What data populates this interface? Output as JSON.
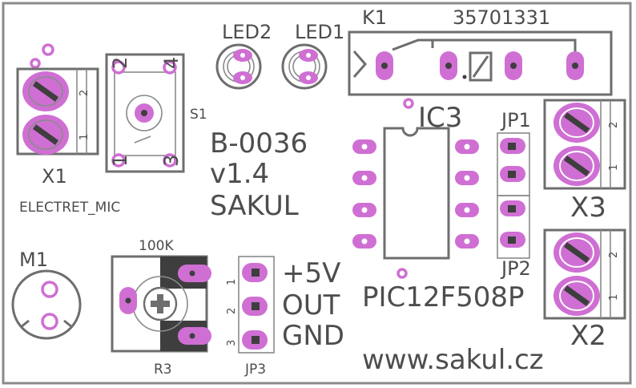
{
  "board": {
    "id": "B-0036",
    "version": "v1.4",
    "brand": "SAKUL",
    "url": "www.sakul.cz",
    "colors": {
      "outline": "#6e6e6e",
      "pad": "#cf6fd3",
      "silk": "#4d4d4d",
      "background": "#ffffff"
    }
  },
  "components": {
    "led2": "LED2",
    "led1": "LED1",
    "k1": "K1",
    "relay_part": "35701331",
    "ic3": "IC3",
    "ic3_part": "PIC12F508P",
    "s1": "S1",
    "x1": "X1",
    "x2": "X2",
    "x3": "X3",
    "jp1": "JP1",
    "jp2": "JP2",
    "jp3": "JP3",
    "m1": "M1",
    "mic_label": "ELECTRET_MIC",
    "r3": "R3",
    "r3_value": "100K"
  },
  "pins": {
    "x1": [
      "2",
      "1"
    ],
    "x3": [
      "2",
      "1"
    ],
    "x2": [
      "2",
      "1"
    ],
    "s1": [
      "2",
      "4",
      "1",
      "3"
    ],
    "jp3": [
      "1",
      "2",
      "3"
    ]
  },
  "jp3_signals": [
    "+5V",
    "OUT",
    "GND"
  ]
}
